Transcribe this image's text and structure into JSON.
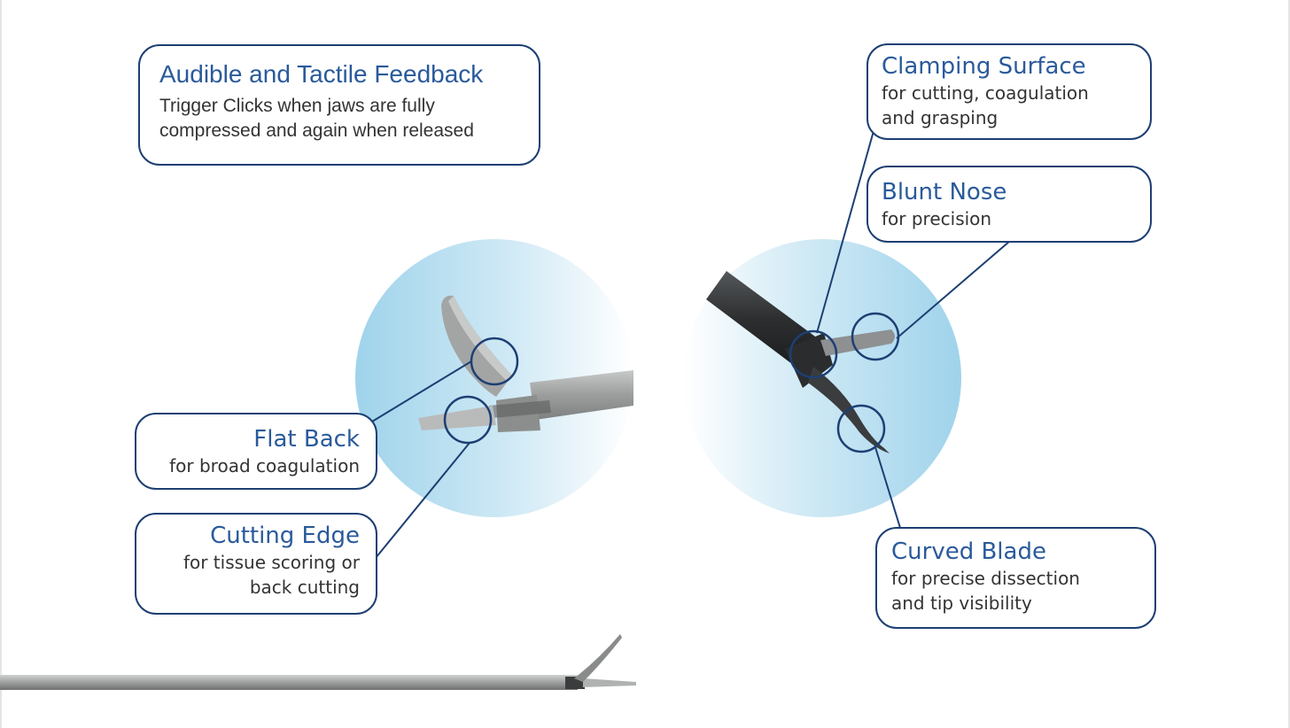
{
  "callouts": {
    "feedback": {
      "title": "Audible and Tactile Feedback",
      "desc": "Trigger Clicks when jaws are fully\ncompressed and again when released"
    },
    "flat_back": {
      "title": "Flat Back",
      "desc": "for broad coagulation"
    },
    "cutting_edge": {
      "title": "Cutting Edge",
      "desc": "for tissue scoring or\nback cutting"
    },
    "clamping_surface": {
      "title": "Clamping Surface",
      "desc": "for cutting, coagulation\nand grasping"
    },
    "blunt_nose": {
      "title": "Blunt Nose",
      "desc": "for precision"
    },
    "curved_blade": {
      "title": "Curved Blade",
      "desc": "for precise dissection\nand tip visibility"
    }
  },
  "colors": {
    "border": "#1d3f73",
    "title": "#2a5a9b",
    "text": "#333333",
    "circle_glow": "#9fd3eb",
    "instrument_light": "#a9abab",
    "instrument_dark": "#3a3c3e"
  }
}
